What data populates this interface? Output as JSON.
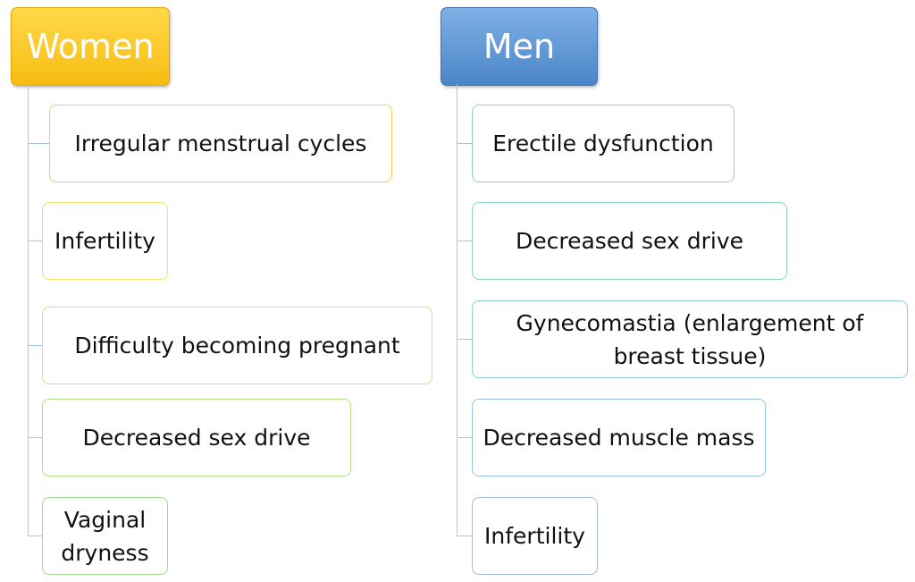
{
  "women": {
    "title": "Women",
    "items": [
      {
        "label": "Irregular menstrual cycles",
        "border": "#f3cf5a"
      },
      {
        "label": "Infertility",
        "border": "#ece266"
      },
      {
        "label": "Difficulty becoming pregnant",
        "border": "#d2e27a"
      },
      {
        "label": "Decreased sex drive",
        "border": "#b4dd82"
      },
      {
        "label": "Vaginal dryness",
        "border": "#9fd891"
      }
    ]
  },
  "men": {
    "title": "Men",
    "items": [
      {
        "label": "Erectile dysfunction",
        "border": "#8fd6a2"
      },
      {
        "label": "Decreased sex drive",
        "border": "#8dd6bd"
      },
      {
        "label": "Gynecomastia (enlargement of breast tissue)",
        "border": "#8dcfd8"
      },
      {
        "label": "Decreased muscle mass",
        "border": "#96c3df"
      },
      {
        "label": "Infertility",
        "border": "#a2b9de"
      }
    ]
  },
  "colors": {
    "women_header": "#f6bd12",
    "men_header": "#4b85c9",
    "connector": "#a9c4df"
  }
}
